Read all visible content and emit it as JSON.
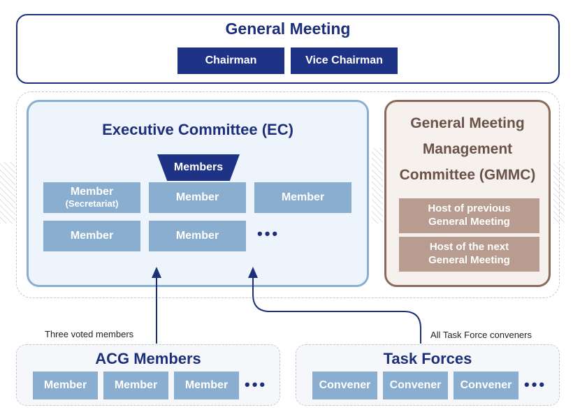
{
  "general_meeting": {
    "title": "General Meeting",
    "roles": [
      "Chairman",
      "Vice Chairman"
    ]
  },
  "executive_committee": {
    "title": "Executive Committee (EC)",
    "members_tab": "Members",
    "cells": [
      {
        "label": "Member",
        "sub": "(Secretariat)"
      },
      {
        "label": "Member"
      },
      {
        "label": "Member"
      },
      {
        "label": "Member"
      },
      {
        "label": "Member"
      }
    ],
    "more": "•••"
  },
  "gmmc": {
    "title_lines": [
      "General Meeting",
      "Management",
      "Committee (GMMC)"
    ],
    "items": [
      {
        "line1": "Host of previous",
        "line2": "General Meeting"
      },
      {
        "line1": "Host of the next",
        "line2": "General Meeting"
      }
    ]
  },
  "acg": {
    "title": "ACG Members",
    "arrow_label": "Three voted members",
    "cells": [
      "Member",
      "Member",
      "Member"
    ],
    "more": "•••"
  },
  "task_forces": {
    "title": "Task Forces",
    "arrow_label": "All Task Force conveners",
    "cells": [
      "Convener",
      "Convener",
      "Convener"
    ],
    "more": "•••"
  },
  "colors": {
    "navy": "#1e3386",
    "light_blue": "#8aaed0",
    "brown": "#8b6a5b",
    "brown_cell": "#b79c8f"
  }
}
